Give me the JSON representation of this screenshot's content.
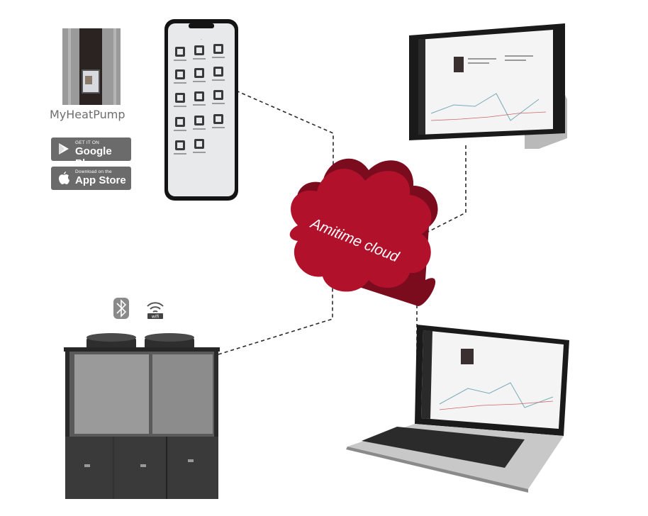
{
  "app": {
    "name": "MyHeatPump",
    "google_play": {
      "small": "GET IT ON",
      "big": "Google Play"
    },
    "app_store": {
      "small": "Download on the",
      "big": "App Store"
    }
  },
  "cloud": {
    "label": "Amitime cloud",
    "color": "#b1112b"
  },
  "icons": {
    "bluetooth": "bluetooth-icon",
    "wifi": "wifi-icon",
    "wifi_caption": "wifi"
  },
  "colors": {
    "badge": "#6b6b6b",
    "line": "#2a2a2a"
  }
}
